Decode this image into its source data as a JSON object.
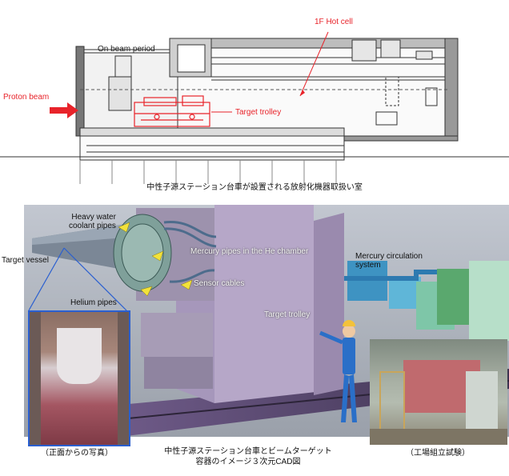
{
  "top_diagram": {
    "labels": {
      "hot_cell": "1F Hot cell",
      "on_beam": "On beam period",
      "proton_beam": "Proton beam",
      "target_trolley": "Target trolley"
    },
    "caption": "中性子源ステーション台車が設置される放射化機器取扱い室"
  },
  "cad_view": {
    "labels": {
      "heavy_water_line1": "Heavy water",
      "heavy_water_line2": "coolant pipes",
      "target_vessel": "Target vessel",
      "mercury_pipes": "Mercury pipes in the He chamber",
      "mercury_circ_line1": "Mercury circulation",
      "mercury_circ_line2": "system",
      "sensor_cables": "Sensor cables",
      "helium_pipes": "Helium pipes",
      "target_trolley": "Target trolley"
    },
    "captions": {
      "front_photo": "（正面からの写真）",
      "cad_line1": "中性子源ステーション台車とビームターゲット",
      "cad_line2": "容器のイメージ３次元CAD図",
      "assembly": "（工場組立試験）"
    }
  },
  "colors": {
    "accent_red": "#e8232a",
    "arrow_yellow": "#f2e23a",
    "trolley_purple": "#b6a7c8",
    "line_blue": "#2a5fd0"
  }
}
